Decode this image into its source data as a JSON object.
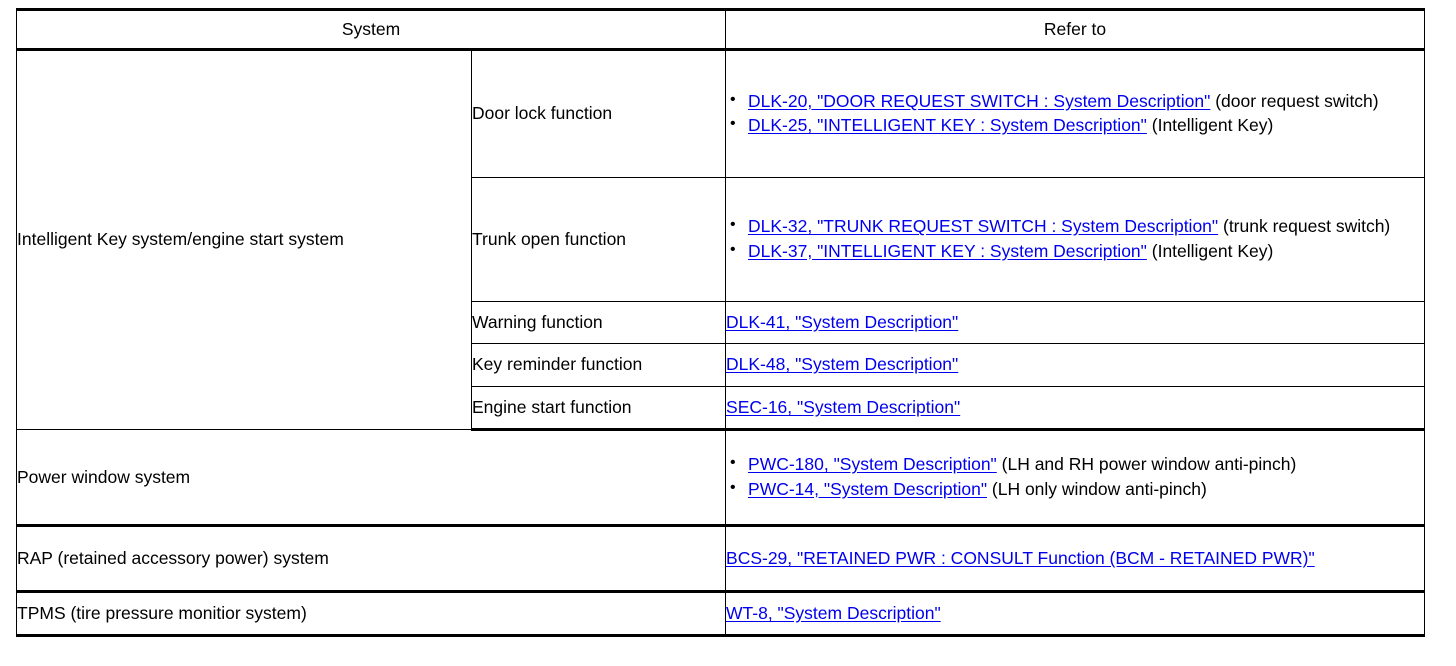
{
  "table": {
    "headers": {
      "system": "System",
      "refer_to": "Refer to"
    },
    "groups": [
      {
        "system": "Intelligent Key system/engine start system",
        "functions": [
          {
            "name": "Door lock function",
            "refs": [
              {
                "link": "DLK-20, \"DOOR REQUEST SWITCH : System Description\"",
                "suffix": " (door request switch)"
              },
              {
                "link": "DLK-25, \"INTELLIGENT KEY : System Description\"",
                "suffix": " (Intelligent Key)"
              }
            ]
          },
          {
            "name": "Trunk open function",
            "refs": [
              {
                "link": "DLK-32, \"TRUNK REQUEST SWITCH : System Description\"",
                "suffix": " (trunk request switch)"
              },
              {
                "link": "DLK-37, \"INTELLIGENT KEY : System Description\"",
                "suffix": " (Intelligent Key)"
              }
            ]
          },
          {
            "name": "Warning function",
            "refs": [
              {
                "link": "DLK-41, \"System Description\"",
                "suffix": ""
              }
            ]
          },
          {
            "name": "Key reminder function",
            "refs": [
              {
                "link": "DLK-48, \"System Description\"",
                "suffix": ""
              }
            ]
          },
          {
            "name": "Engine start function",
            "refs": [
              {
                "link": "SEC-16, \"System Description\"",
                "suffix": ""
              }
            ]
          }
        ]
      },
      {
        "system": "Power window system",
        "functions": [
          {
            "name": "",
            "refs": [
              {
                "link": "PWC-180, \"System Description\"",
                "suffix": " (LH and RH power window anti-pinch)"
              },
              {
                "link": "PWC-14, \"System Description\"",
                "suffix": " (LH only window anti-pinch)"
              }
            ]
          }
        ]
      },
      {
        "system": "RAP (retained accessory power) system",
        "functions": [
          {
            "name": "",
            "refs": [
              {
                "link": "BCS-29, \"RETAINED PWR : CONSULT Function (BCM - RETAINED PWR)\"",
                "suffix": ""
              }
            ]
          }
        ]
      },
      {
        "system": "TPMS (tire pressure monitior system)",
        "functions": [
          {
            "name": "",
            "refs": [
              {
                "link": "WT-8, \"System Description\"",
                "suffix": ""
              }
            ]
          }
        ]
      }
    ]
  },
  "icons": {
    "bullet": "•"
  }
}
